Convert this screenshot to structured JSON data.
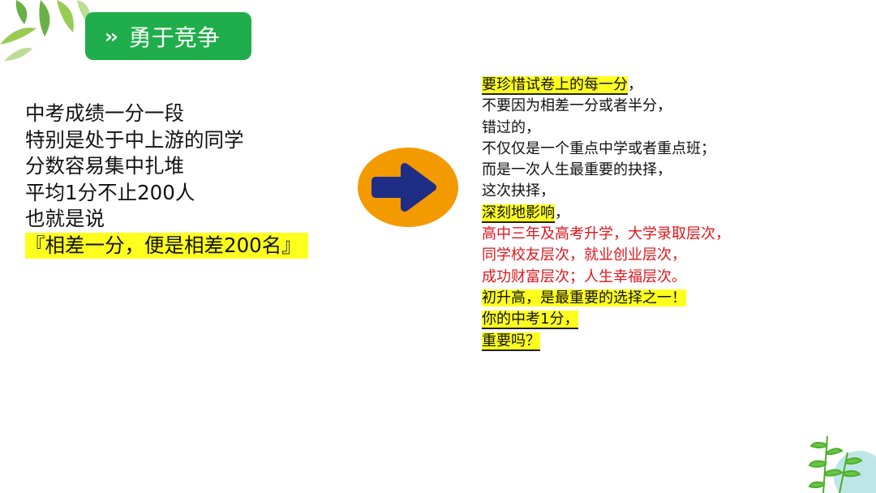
{
  "title": {
    "chevrons": "››",
    "text": "勇于竞争"
  },
  "left": {
    "lines": [
      "中考成绩一分一段",
      "特别是处于中上游的同学",
      "分数容易集中扎堆",
      "平均1分不止200人",
      "也就是说"
    ],
    "highlight": "『相差一分，便是相差200名』"
  },
  "right": {
    "lines": [
      "要珍惜试卷上的每一分",
      "，",
      "不要因为相差一分或者半分，",
      "错过的，",
      "不仅仅是一个重点中学或者重点班；",
      "而是一次人生最重要的抉择，",
      "这次抉择，",
      "深刻地影响",
      "，",
      "高中三年及高考升学，大学录取层次，",
      "同学校友层次，就业创业层次，",
      "成功财富层次；人生幸福层次。",
      "初升高，是最重要的选择之一！",
      "你的中考1分，",
      "重要吗？"
    ]
  },
  "colors": {
    "badge": "#1fae4b",
    "highlight": "#ffff1f",
    "emphasis": "#e0161b",
    "arrow": "#1e2d85",
    "arrow_bg": "#f29a00"
  },
  "icons": {
    "arrow": "right-arrow-icon",
    "leaves": "leaf-decoration"
  }
}
